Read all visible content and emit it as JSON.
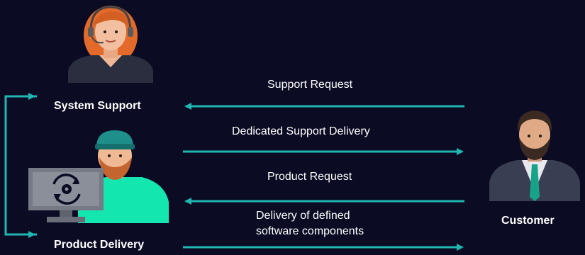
{
  "nodes": {
    "system_support": "System Support",
    "product_delivery": "Product Delivery",
    "customer": "Customer"
  },
  "flows": {
    "support_request": "Support Request",
    "dedicated_support_delivery": "Dedicated Support Delivery",
    "product_request": "Product Request",
    "delivery_line1": "Delivery of defined",
    "delivery_line2": "software components"
  },
  "colors": {
    "background": "#0b0b24",
    "arrow": "#1fb7b0",
    "accent_shirt": "#14e6b0"
  },
  "icons": {
    "support_agent": "support-agent-icon",
    "developer": "developer-icon",
    "customer": "businessman-icon",
    "sync_settings": "sync-gear-icon"
  }
}
